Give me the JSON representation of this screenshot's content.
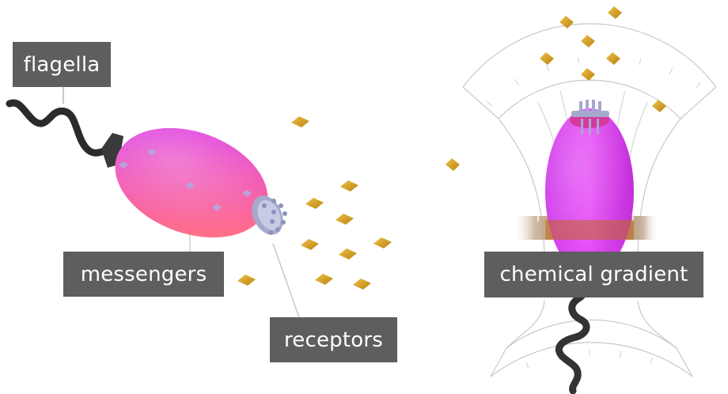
{
  "labels": {
    "flagella": "flagella",
    "messengers": "messengers",
    "receptors": "receptors",
    "chemical_gradient": "chemical gradient"
  },
  "colors": {
    "label_bg": "#5e5e5e",
    "label_text": "#ffffff",
    "cell_magenta": "#e040f0",
    "cell_pink": "#ff6a9a",
    "chemical_gold": "#d9a21a",
    "receptor_grey": "#9ba0c8",
    "flagellum": "#2b2b2b",
    "outline": "#c8c8c8"
  },
  "icons": [
    "flagellum-icon",
    "cell-body-icon",
    "receptor-cluster-icon",
    "chemical-molecule-icon",
    "messenger-icon",
    "gradient-band-icon"
  ]
}
